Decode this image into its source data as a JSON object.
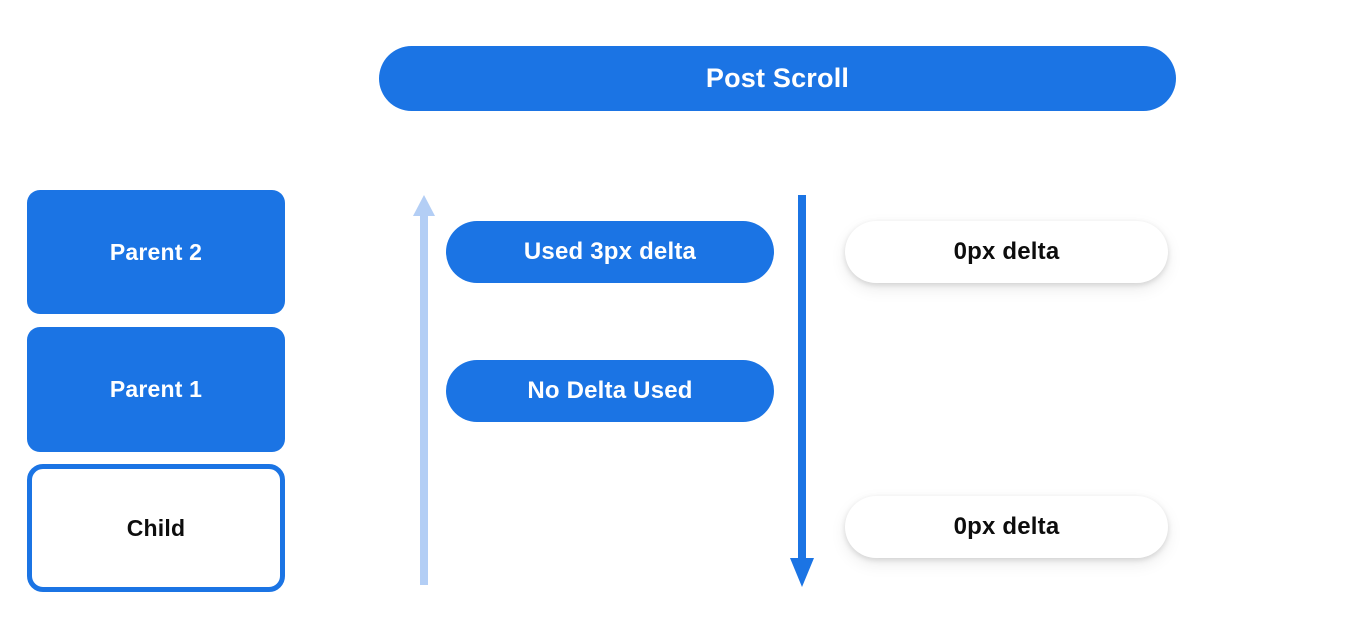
{
  "header": {
    "title": "Post Scroll"
  },
  "colors": {
    "primary_blue": "#1b74e4",
    "light_blue": "#b3cef5",
    "text_dark": "#0d0d0d",
    "text_light": "#ffffff",
    "background": "#ffffff"
  },
  "left_column": {
    "nodes": [
      {
        "label": "Parent 2",
        "style": "filled"
      },
      {
        "label": "Parent 1",
        "style": "filled"
      },
      {
        "label": "Child",
        "style": "outlined"
      }
    ]
  },
  "arrows": [
    {
      "name": "scroll-up-arrow",
      "direction": "up",
      "color": "#b3cef5"
    },
    {
      "name": "scroll-down-arrow",
      "direction": "down",
      "color": "#1b74e4"
    }
  ],
  "middle_column": {
    "pills": [
      {
        "label": "Used 3px delta"
      },
      {
        "label": "No Delta Used"
      }
    ]
  },
  "right_column": {
    "pills": [
      {
        "label": "0px delta"
      },
      {
        "label": "0px delta"
      }
    ]
  }
}
